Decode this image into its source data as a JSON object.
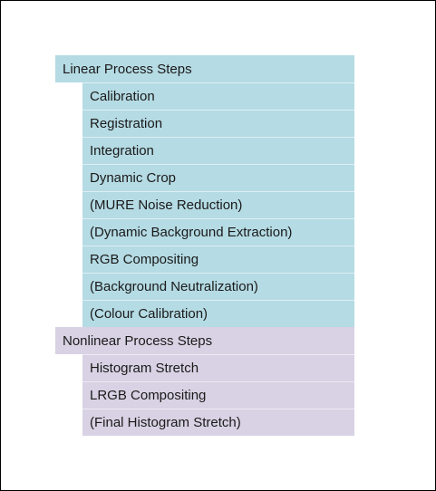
{
  "linear": {
    "header": "Linear Process Steps",
    "items": [
      "Calibration",
      "Registration",
      "Integration",
      "Dynamic Crop",
      "(MURE Noise Reduction)",
      "(Dynamic Background Extraction)",
      "RGB Compositing",
      "(Background Neutralization)",
      "(Colour Calibration)"
    ],
    "color": "#b5dbe4"
  },
  "nonlinear": {
    "header": "Nonlinear Process Steps",
    "items": [
      "Histogram Stretch",
      "LRGB Compositing",
      "(Final Histogram Stretch)"
    ],
    "color": "#d8d2e4"
  }
}
